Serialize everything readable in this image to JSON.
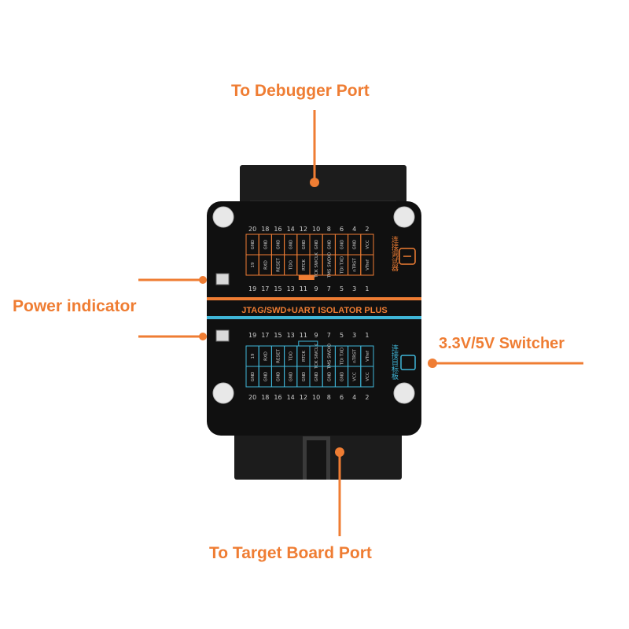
{
  "callouts": {
    "debugger_port": "To Debugger Port",
    "power_indicator": "Power indicator",
    "switcher": "3.3V/5V Switcher",
    "target_port": "To Target Board Port"
  },
  "board": {
    "title": "JTAG/SWD+UART  ISOLATOR  PLUS",
    "top_chinese": "连接调试器",
    "bottom_chinese": "连接目标板",
    "top_numbers": [
      "20",
      "18",
      "16",
      "14",
      "12",
      "10",
      "8",
      "6",
      "4",
      "2"
    ],
    "top_pins_row1": [
      "GND",
      "GND",
      "GND",
      "GND",
      "GND",
      "GND",
      "GND",
      "GND",
      "GND",
      "VCC"
    ],
    "top_pins_row2": [
      "19",
      "RXD",
      "RESET",
      "TDO",
      "RTCK",
      "TCK SWCLK",
      "TMS SWDIO",
      "TDI TXD",
      "nTRST",
      "VTref"
    ],
    "top_bottom_numbers": [
      "19",
      "17",
      "15",
      "13",
      "11",
      "9",
      "7",
      "5",
      "3",
      "1"
    ],
    "bottom_top_numbers": [
      "19",
      "17",
      "15",
      "13",
      "11",
      "9",
      "7",
      "5",
      "3",
      "1"
    ],
    "bottom_pins_row1": [
      "19",
      "RXD",
      "RESET",
      "TDO",
      "RTCK",
      "TCK SWCLK",
      "TMS SWDIO",
      "TDI TXD",
      "nTRST",
      "VTref"
    ],
    "bottom_pins_row2": [
      "GND",
      "GND",
      "GND",
      "GND",
      "GND",
      "GND",
      "GND",
      "GND",
      "VCC",
      "VCC"
    ],
    "bottom_numbers": [
      "20",
      "18",
      "16",
      "14",
      "12",
      "10",
      "8",
      "6",
      "4",
      "2"
    ]
  },
  "colors": {
    "accent": "#ef7d33",
    "cyan": "#3fb6d8",
    "board": "#101010",
    "connector": "#1c1c1c"
  }
}
